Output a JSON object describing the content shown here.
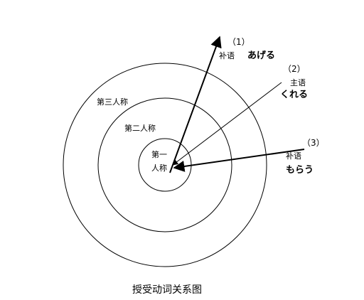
{
  "diagram": {
    "rings": {
      "outer": "第三人称",
      "middle": "第二人称",
      "inner_line1": "第一",
      "inner_line2": "人称"
    },
    "arrows": [
      {
        "number": "（1）",
        "role": "补语",
        "verb": "あげる"
      },
      {
        "number": "（2）",
        "role": "主语",
        "verb": "くれる"
      },
      {
        "number": "（3）",
        "role": "补语",
        "verb": "もらう"
      }
    ],
    "caption": "授受动词关系图",
    "colors": {
      "line": "#000000",
      "background": "#ffffff"
    }
  }
}
